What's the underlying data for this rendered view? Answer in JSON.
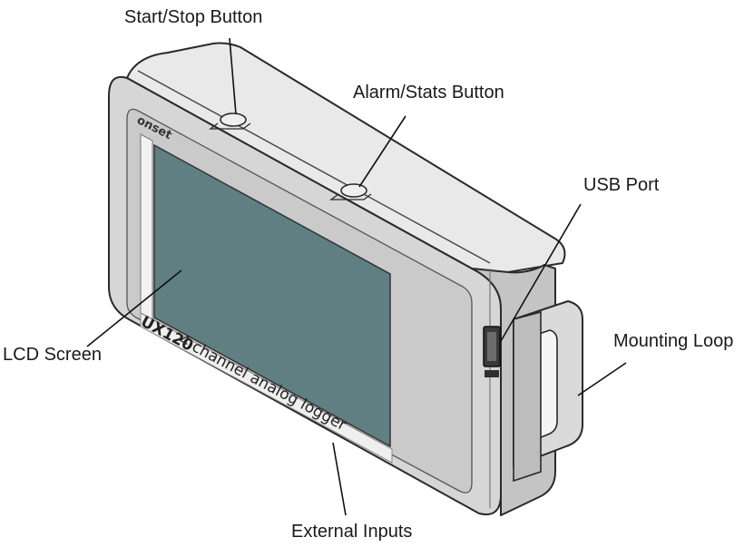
{
  "labels": {
    "start_stop": "Start/Stop Button",
    "alarm_stats": "Alarm/Stats Button",
    "usb_port": "USB Port",
    "lcd_screen": "LCD Screen",
    "mounting_loop": "Mounting Loop",
    "external_inputs": "External Inputs"
  },
  "device": {
    "brand": "onset",
    "model": "UX120",
    "descriptor": "4 channel analog logger"
  },
  "colors": {
    "body": "#d8d8d8",
    "body_light": "#e6e6e6",
    "body_dark": "#b9b9b9",
    "screen": "#5f7f83",
    "outline": "#2a2a2a"
  }
}
